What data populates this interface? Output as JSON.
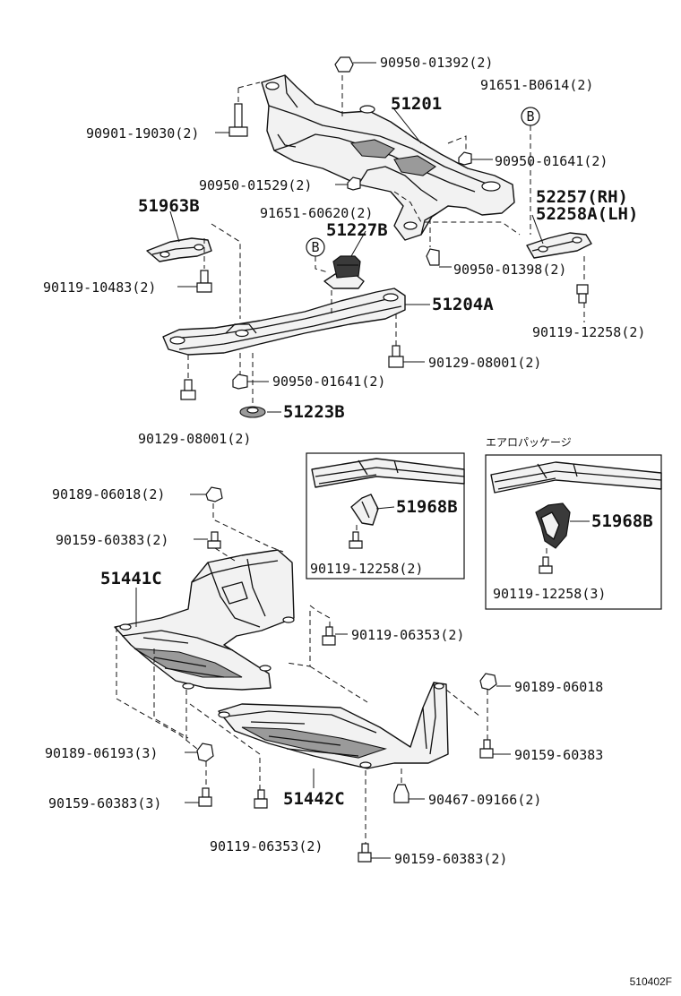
{
  "diagram": {
    "footer_code": "510402F",
    "aero_package_label": "エアロパッケージ",
    "bubble_marker": "B",
    "parts": {
      "p51201": "51201",
      "p51963B": "51963B",
      "p51227B": "51227B",
      "p51204A": "51204A",
      "p51223B": "51223B",
      "p52257": "52257(RH)",
      "p52258A": "52258A(LH)",
      "p51968B_left": "51968B",
      "p51968B_right": "51968B",
      "p51441C": "51441C",
      "p51442C": "51442C"
    },
    "fasteners": {
      "f01": "90950-01392(2)",
      "f02": "91651-B0614(2)",
      "f03": "90901-19030(2)",
      "f04": "90950-01641(2)",
      "f05": "90950-01529(2)",
      "f06": "91651-60620(2)",
      "f07": "90950-01398(2)",
      "f08": "90119-10483(2)",
      "f09": "90119-12258(2)",
      "f10": "90129-08001(2)",
      "f11": "90950-01641(2)",
      "f12": "90129-08001(2)",
      "f13": "90189-06018(2)",
      "f14": "90159-60383(2)",
      "f15": "90119-12258(2)",
      "f16": "90119-12258(3)",
      "f17": "90119-06353(2)",
      "f18": "90189-06018",
      "f19": "90189-06193(3)",
      "f20": "90159-60383",
      "f21": "90159-60383(3)",
      "f22": "90467-09166(2)",
      "f23": "90119-06353(2)",
      "f24": "90159-60383(2)"
    }
  }
}
